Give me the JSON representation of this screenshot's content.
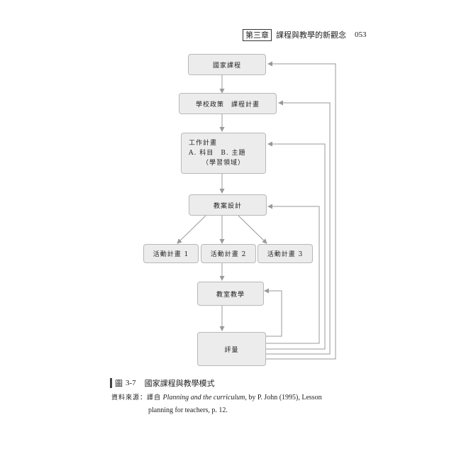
{
  "header": {
    "chapter": "第三章",
    "title": "課程與教學的新觀念",
    "page_number": "053"
  },
  "nodes": {
    "national": "國家課程",
    "school": "學校政策　課程計畫",
    "work_plan_title": "工作計畫",
    "work_plan_items": "A. 科目　B. 主題",
    "work_plan_note": "（學習領域）",
    "lesson_design": "教案設計",
    "activity1": "活動計畫 1",
    "activity2": "活動計畫 2",
    "activity3": "活動計畫 3",
    "classroom": "教室教學",
    "evaluation": "評量"
  },
  "caption": {
    "figure_number": "3-7",
    "figure_prefix": "圖",
    "figure_title": "國家課程與教學模式"
  },
  "source": {
    "label": "資料來源：譯自",
    "book_title": "Planning and the curriculum",
    "rest_line1": ", by P. John (1995), Lesson",
    "line2": "planning for teachers, p. 12."
  }
}
